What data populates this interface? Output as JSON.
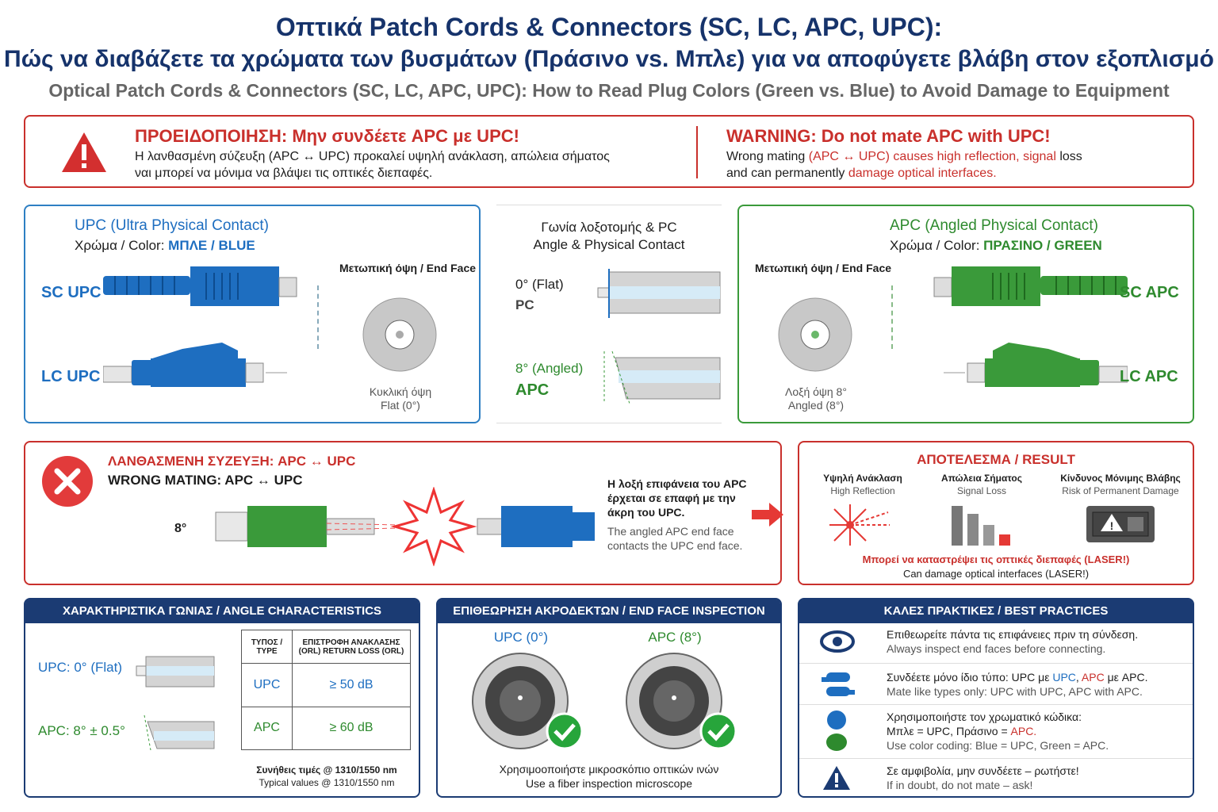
{
  "title_gr": "Οπτικά Patch Cords & Connectors (SC, LC, APC, UPC):",
  "subtitle_gr": "Πώς να διαβάζετε τα χρώματα των βυσμάτων (Πράσινο vs. Μπλε) για να αποφύγετε βλάβη στον εξοπλισμό",
  "subtitle_en": "Optical Patch Cords & Connectors (SC, LC, APC, UPC): How to Read Plug Colors (Green vs. Blue) to Avoid Damage to Equipment",
  "warning": {
    "title_gr": "ΠΡΟΕΙΔΟΠΟΙΗΣΗ: Μην συνδέετε APC με UPC!",
    "text_gr_1": "Η λανθασμένη σύζευξη (APC ↔ UPC) προκαλεί υψηλή ανάκλαση, απώλεια σήματος",
    "text_gr_2": "ναι μπορεί να μόνιμα να βλάψει τις οπτικές διεπαφές.",
    "title_en": "WARNING: Do not mate APC with UPC!",
    "en_1a": "Wrong mating ",
    "en_1b": "(APC ↔ UPC) causes high reflection, signal",
    "en_1c": " loss",
    "en_2a": "and can permanently ",
    "en_2b": "damage optical interfaces."
  },
  "upc": {
    "title": "UPC (Ultra Physical Contact)",
    "color_prefix": "Χρώμα / Color: ",
    "color_value": "ΜΠΛΕ / BLUE",
    "sc": "SC UPC",
    "lc": "LC UPC",
    "end_face": "Μετωπική όψη / End Face",
    "face_gr": "Κυκλική όψη",
    "face_en": "Flat (0°)"
  },
  "angle": {
    "title_gr": "Γωνία λοξοτομής & PC",
    "title_en": "Angle & Physical Contact",
    "flat": "0° (Flat)",
    "pc": "PC",
    "angled": "8° (Angled)",
    "apc": "APC"
  },
  "apc": {
    "title": "APC (Angled Physical Contact)",
    "color_prefix": "Χρώμα / Color: ",
    "color_value": "ΠΡΑΣΙΝΟ / GREEN",
    "sc": "SC APC",
    "lc": "LC APC",
    "end_face": "Μετωπική όψη / End Face",
    "face_gr": "Λοξή όψη 8°",
    "face_en": "Angled (8°)"
  },
  "wrong": {
    "title_gr": "ΛΑΝΘΑΣΜΕΝΗ ΣΥΖΕΥΞΗ: APC ↔ UPC",
    "title_en": "WRONG MATING: APC ↔ UPC",
    "angle": "8°",
    "desc_gr_1": "Η λοξή επιφάνεια του APC",
    "desc_gr_2": "έρχεται σε επαφή με την",
    "desc_gr_3": "άκρη του UPC.",
    "desc_en_1": "The angled APC end face",
    "desc_en_2": "contacts the UPC end face."
  },
  "result": {
    "title": "ΑΠΟΤΕΛΕΣΜΑ / RESULT",
    "items": [
      {
        "gr": "Υψηλή Ανάκλαση",
        "en": "High Reflection"
      },
      {
        "gr": "Απώλεια Σήματος",
        "en": "Signal Loss"
      },
      {
        "gr": "Κίνδυνος Μόνιμης Βλάβης",
        "en": "Risk of Permanent Damage"
      }
    ],
    "warn_gr": "Μπορεί να καταστρέψει τις οπτικές διεπαφές (LASER!)",
    "warn_en": "Can damage optical interfaces (LASER!)"
  },
  "angle_char": {
    "header": "ΧΑΡΑΚΤΗΡΙΣΤΙΚΑ ΓΩΝΙΑΣ / ANGLE CHARACTERISTICS",
    "upc": "UPC: 0° (Flat)",
    "apc": "APC: 8° ± 0.5°",
    "col1": "ΤΥΠΟΣ / TYPE",
    "col2": "ΕΠΙΣΤΡΟΦΗ ΑΝΑΚΛΑΣΗΣ (ORL) RETURN LOSS (ORL)",
    "rows": [
      {
        "type": "UPC",
        "val": "≥ 50 dB"
      },
      {
        "type": "APC",
        "val": "≥ 60 dB"
      }
    ],
    "note_gr": "Συνήθεις τιμές @ 1310/1550 nm",
    "note_en": "Typical values @ 1310/1550 nm"
  },
  "inspect": {
    "header": "ΕΠΙΘΕΩΡΗΣΗ ΑΚΡΟΔΕΚΤΩΝ / END FACE INSPECTION",
    "upc": "UPC (0°)",
    "apc": "APC (8°)",
    "note_gr": "Χρησιμοοποιήστε μικροσκόπιο οπτικών ινών",
    "note_en": "Use a fiber inspection microscope"
  },
  "best": {
    "header": "ΚΑΛΕΣ ΠΡΑΚΤΙΚΕΣ / BEST PRACTICES",
    "r1_gr": "Επιθεωρείτε πάντα τις επιφάνειες πριν τη σύνδεση.",
    "r1_en": "Always inspect end faces before connecting.",
    "r2_gr_a": "Συνδέετε μόνο ίδιο τύπο: UPC με ",
    "r2_gr_b": "UPC",
    "r2_gr_c": ", ",
    "r2_gr_d": "APC",
    "r2_gr_e": " με APC.",
    "r2_en": "Mate like types only: UPC with UPC, APC with APC.",
    "r3_gr_1": "Χρησιμοποιήστε τον χρωματικό κώδικα:",
    "r3_gr_2a": "Μπλε = UPC, Πράσινο = ",
    "r3_gr_2b": "APC.",
    "r3_en": "Use color coding: Blue = UPC, Green = APC.",
    "r4_gr": "Σε αμφιβολία, μην συνδέετε – ρωτήστε!",
    "r4_en": "If in doubt, do not mate – ask!"
  },
  "colors": {
    "blue": "#1e6ec0",
    "green": "#2e8a2e",
    "red": "#c9302c",
    "navy": "#1b3b73"
  }
}
